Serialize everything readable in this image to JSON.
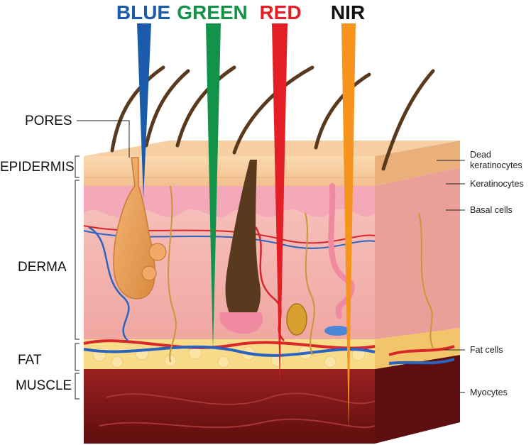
{
  "lights": [
    {
      "label": "BLUE",
      "color": "#1a5cab"
    },
    {
      "label": "GREEN",
      "color": "#13924a"
    },
    {
      "label": "RED",
      "color": "#e31e24"
    },
    {
      "label": "NIR",
      "color": "#111111",
      "beam_color": "#f7941d"
    }
  ],
  "layers": {
    "pores": "PORES",
    "epidermis": "EPIDERMIS",
    "derma": "DERMA",
    "fat": "FAT",
    "muscle": "MUSCLE"
  },
  "cells": {
    "dead_keratinocytes_line1": "Dead",
    "dead_keratinocytes_line2": "keratinocytes",
    "keratinocytes": "Keratinocytes",
    "basal_cells": "Basal cells",
    "fat_cells": "Fat cells",
    "myocytes": "Myocytes"
  },
  "colors": {
    "epidermis": "#f6c99a",
    "derma": "#f5b7b1",
    "fat": "#f9dc8a",
    "muscle": "#7a1616",
    "hair": "#5a3a1e"
  }
}
